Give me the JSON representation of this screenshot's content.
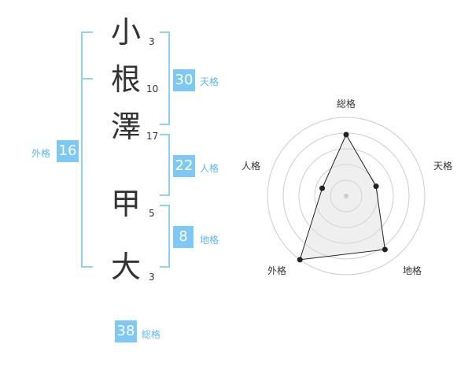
{
  "name": {
    "characters": [
      {
        "char": "小",
        "strokes": "3"
      },
      {
        "char": "根",
        "strokes": "10"
      },
      {
        "char": "澤",
        "strokes": "17"
      },
      {
        "char": "甲",
        "strokes": "5"
      },
      {
        "char": "大",
        "strokes": "3"
      }
    ]
  },
  "fortune": {
    "tenkaku": {
      "value": "30",
      "label": "天格"
    },
    "jinkaku": {
      "value": "22",
      "label": "人格"
    },
    "chikaku": {
      "value": "8",
      "label": "地格"
    },
    "gaikaku": {
      "value": "16",
      "label": "外格"
    },
    "soukaku": {
      "value": "38",
      "label": "総格"
    }
  },
  "colors": {
    "accent": "#7ec8f5",
    "label": "#5bb8ef",
    "bracket": "#8fd0f7",
    "text": "#333333",
    "grid": "#cccccc"
  },
  "chart_data": {
    "type": "radar",
    "axes": [
      "総格",
      "天格",
      "地格",
      "外格",
      "人格"
    ],
    "max": 5,
    "values": [
      3.9,
      2.0,
      4.2,
      5.0,
      1.6
    ],
    "rings": 5
  }
}
